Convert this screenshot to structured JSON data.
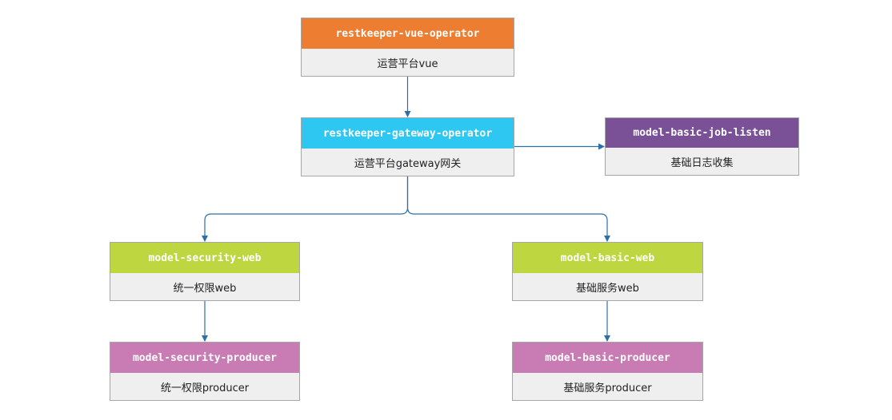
{
  "diagram": {
    "nodes": {
      "vue": {
        "title": "restkeeper-vue-operator",
        "subtitle": "运营平台vue",
        "color": "#ed7d31"
      },
      "gateway": {
        "title": "restkeeper-gateway-operator",
        "subtitle": "运营平台gateway网关",
        "color": "#2ec7f2"
      },
      "job": {
        "title": "model-basic-job-listen",
        "subtitle": "基础日志收集",
        "color": "#7a5197"
      },
      "security_web": {
        "title": "model-security-web",
        "subtitle": "统一权限web",
        "color": "#bed63f"
      },
      "basic_web": {
        "title": "model-basic-web",
        "subtitle": "基础服务web",
        "color": "#bed63f"
      },
      "security_producer": {
        "title": "model-security-producer",
        "subtitle": "统一权限producer",
        "color": "#c97cb4"
      },
      "basic_producer": {
        "title": "model-basic-producer",
        "subtitle": "基础服务producer",
        "color": "#c97cb4"
      }
    },
    "edges": [
      {
        "from": "vue",
        "to": "gateway"
      },
      {
        "from": "gateway",
        "to": "job"
      },
      {
        "from": "gateway",
        "to": "security_web"
      },
      {
        "from": "gateway",
        "to": "basic_web"
      },
      {
        "from": "security_web",
        "to": "security_producer"
      },
      {
        "from": "basic_web",
        "to": "basic_producer"
      }
    ],
    "connector_color": "#2e6fa6",
    "node_body_color": "#efefef",
    "node_border_color": "#a6a6a6"
  }
}
